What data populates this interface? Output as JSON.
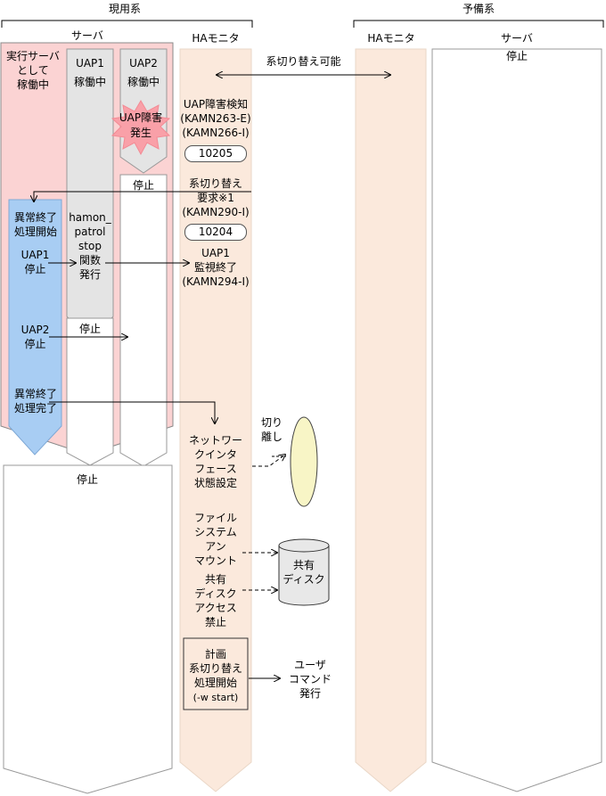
{
  "headers": {
    "active_system": "現用系",
    "standby_system": "予備系"
  },
  "columns": {
    "server_active": "サーバ",
    "ha_monitor_active": "HAモニタ",
    "ha_monitor_standby": "HAモニタ",
    "server_standby": "サーバ"
  },
  "server_active": {
    "exec_server_l1": "実行サーバ",
    "exec_server_l2": "として",
    "exec_server_l3": "稼働中",
    "uap1": "UAP1",
    "uap2": "UAP2",
    "uap1_running": "稼働中",
    "uap2_running": "稼働中",
    "uap_failure_l1": "UAP障害",
    "uap_failure_l2": "発生",
    "uap2_stopped": "停止",
    "abend_start_l1": "異常終了",
    "abend_start_l2": "処理開始",
    "hamon_l1": "hamon_",
    "hamon_l2": "patrol",
    "hamon_l3": "stop",
    "hamon_l4": "関数",
    "hamon_l5": "発行",
    "uap1_stop_l1": "UAP1",
    "uap1_stop_l2": "停止",
    "uap2_stop_l1": "UAP2",
    "uap2_stop_l2": "停止",
    "uap1_stopped": "停止",
    "abend_done_l1": "異常終了",
    "abend_done_l2": "処理完了",
    "server_stopped": "停止"
  },
  "ha_active": {
    "uap_detect_l1": "UAP障害検知",
    "uap_detect_l2": "(KAMN263-E)",
    "uap_detect_l3": "(KAMN266-I)",
    "code1": "10205",
    "switch_req_l1": "系切り替え",
    "switch_req_l2": "要求※1",
    "switch_req_l3": "(KAMN290-I)",
    "code2": "10204",
    "uap1_mon_l1": "UAP1",
    "uap1_mon_l2": "監視終了",
    "uap1_mon_l3": "(KAMN294-I)",
    "net_l1": "ネットワー",
    "net_l2": "クインタ",
    "net_l3": "フェース",
    "net_l4": "状態設定",
    "fs_l1": "ファイル",
    "fs_l2": "システム",
    "fs_l3": "アン",
    "fs_l4": "マウント",
    "disk_l1": "共有",
    "disk_l2": "ディスク",
    "disk_l3": "アクセス",
    "disk_l4": "禁止",
    "plan_l1": "計画",
    "plan_l2": "系切り替え",
    "plan_l3": "処理開始",
    "plan_l4": "(-w start)"
  },
  "middle": {
    "switch_possible": "系切り替え可能",
    "isolate_l1": "切り",
    "isolate_l2": "離し",
    "shared_disk_l1": "共有",
    "shared_disk_l2": "ディスク",
    "user_cmd_l1": "ユーザ",
    "user_cmd_l2": "コマンド",
    "user_cmd_l3": "発行"
  },
  "server_standby": {
    "stopped": "停止"
  },
  "colors": {
    "server_pink": "#fbd3d3",
    "ha_peach": "#fbe9dc",
    "uap_gray": "#e4e4e4",
    "abend_blue": "#a8cdf3",
    "burst_red": "#f9a0a8",
    "ellipse_yellow": "#f8f5c6"
  }
}
